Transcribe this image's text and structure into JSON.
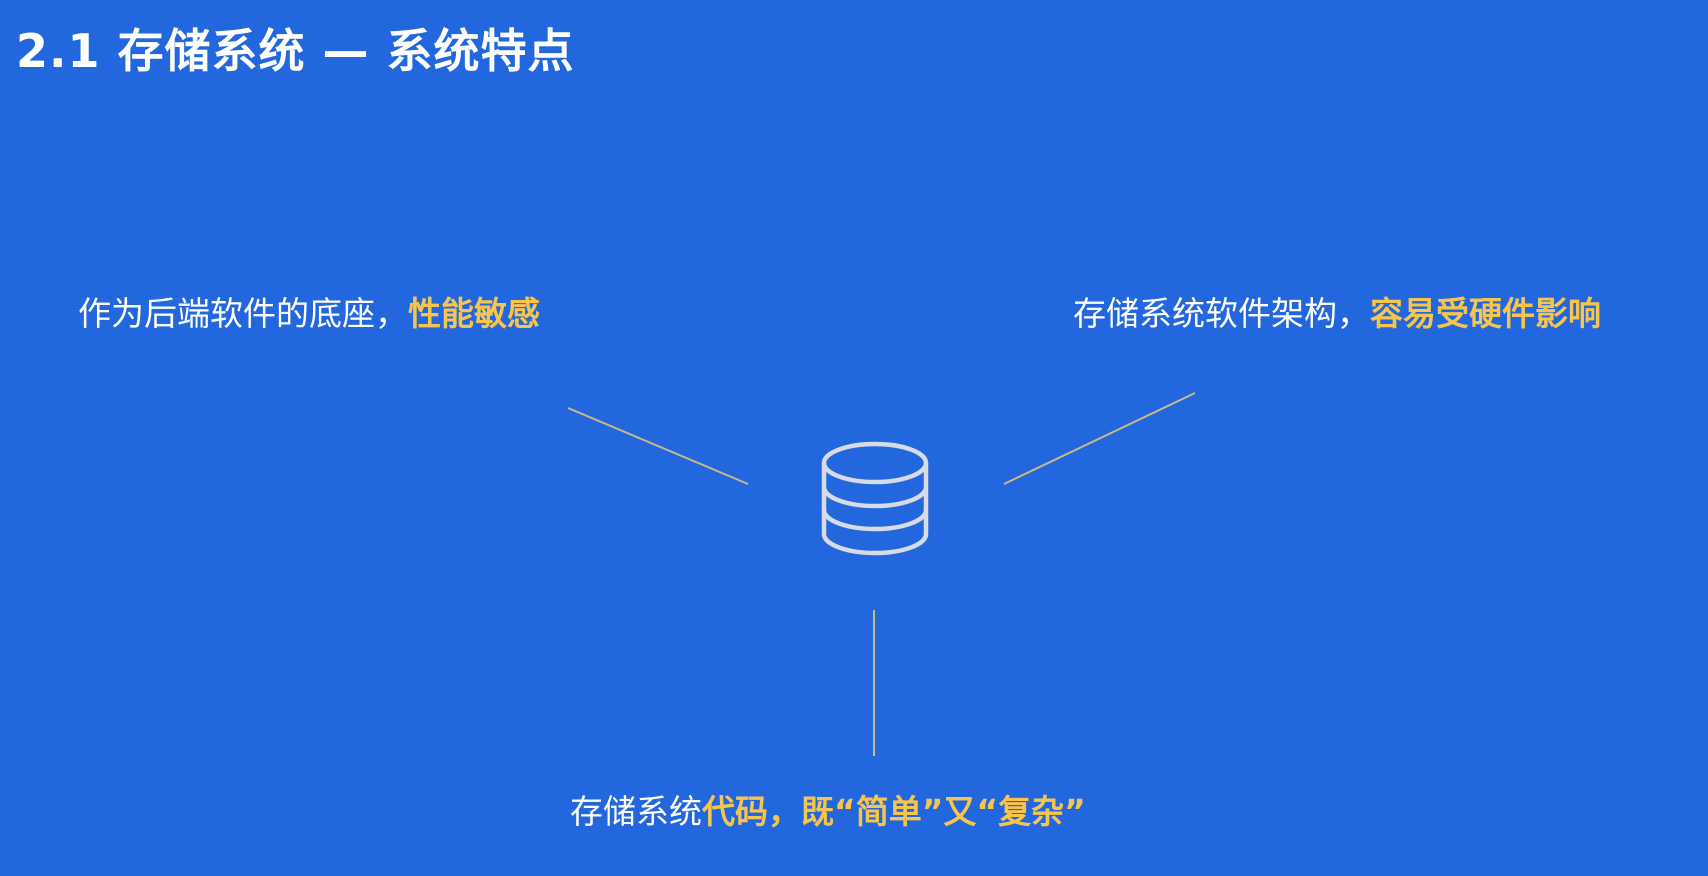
{
  "slide": {
    "title": "2.1 存储系统 — 系统特点",
    "center_icon": "database-icon",
    "accent_color": "#f7c44d",
    "background_color": "#2267dd",
    "callouts": {
      "left": {
        "text": "作为后端软件的底座，",
        "highlight": "性能敏感"
      },
      "right": {
        "text": "存储系统软件架构，",
        "highlight": "容易受硬件影响"
      },
      "bottom": {
        "text": "存储系统",
        "highlight": "代码，既“简单”又“复杂”"
      }
    }
  }
}
